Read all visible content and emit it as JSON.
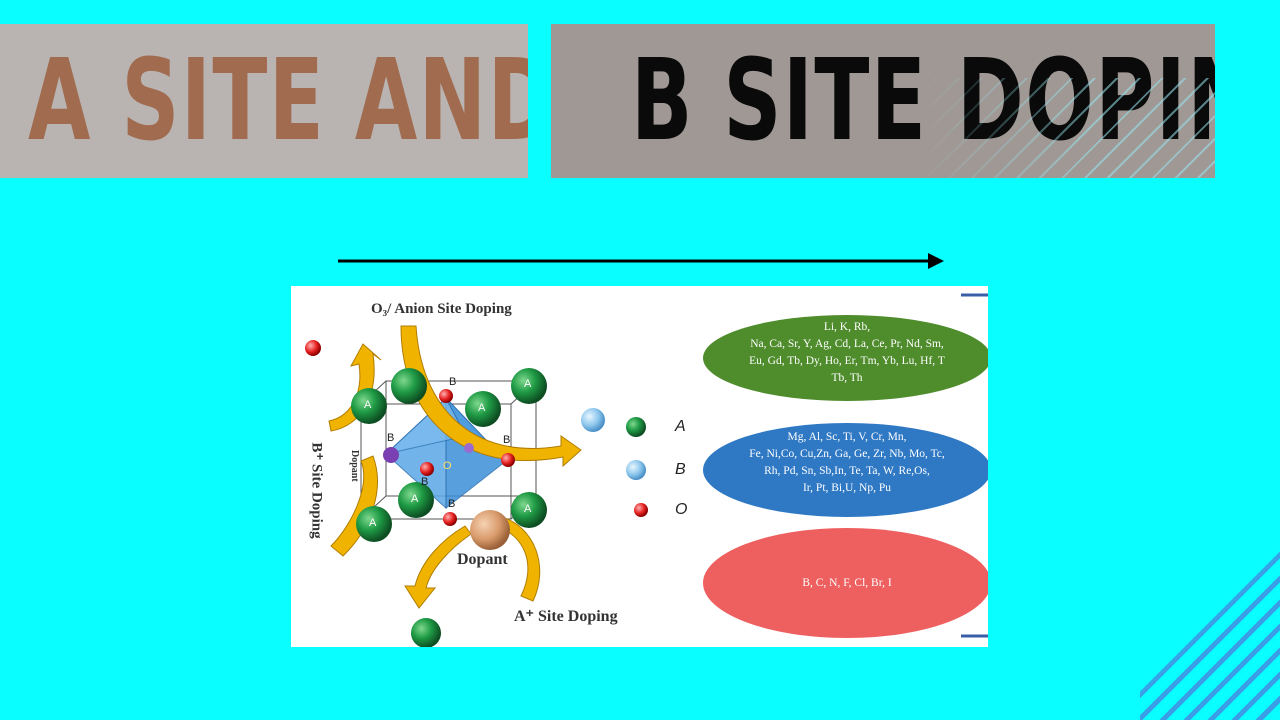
{
  "banner": {
    "left_text": "A SITE  AND",
    "right_text": "B SITE DOPING"
  },
  "figure": {
    "labels": {
      "anion": "O₃/ Anion Site Doping",
      "b_site": "B⁺ Site Doping",
      "a_site": "A⁺ Site Doping",
      "dopant": "Dopant",
      "dopant_small": "Dopant"
    },
    "atom_letters": {
      "A": "A",
      "B": "B",
      "O": "O"
    },
    "legend": [
      {
        "symbol": "A",
        "color": "#1f7a3a"
      },
      {
        "symbol": "B",
        "color": "#8cc6ec"
      },
      {
        "symbol": "O",
        "color": "#e52020"
      }
    ],
    "ellipses": [
      {
        "color": "#4e8c2c",
        "text": "Li,  K, Rb,\nNa, Ca, Sr, Y, Ag, Cd, La, Ce, Pr, Nd, Sm,\nEu, Gd, Tb, Dy, Ho, Er, Tm, Yb, Lu, Hf, T\nTb, Th"
      },
      {
        "color": "#2f78c4",
        "text": "Mg, Al, Sc, Ti, V, Cr, Mn,\nFe, Ni,Co, Cu,Zn, Ga, Ge, Zr, Nb, Mo, Tc,\nRh, Pd, Sn, Sb,In, Te, Ta, W, Re,Os,\nIr, Pt, Bi,U, Np, Pu"
      },
      {
        "color": "#ee6060",
        "text": "B, C, N, F, Cl, Br, I"
      }
    ]
  },
  "colors": {
    "background": "#09ffff",
    "arrow_gold": "#f0b400",
    "atom_green": "#1f7a3a",
    "octahedron": "#3a8fd8"
  }
}
